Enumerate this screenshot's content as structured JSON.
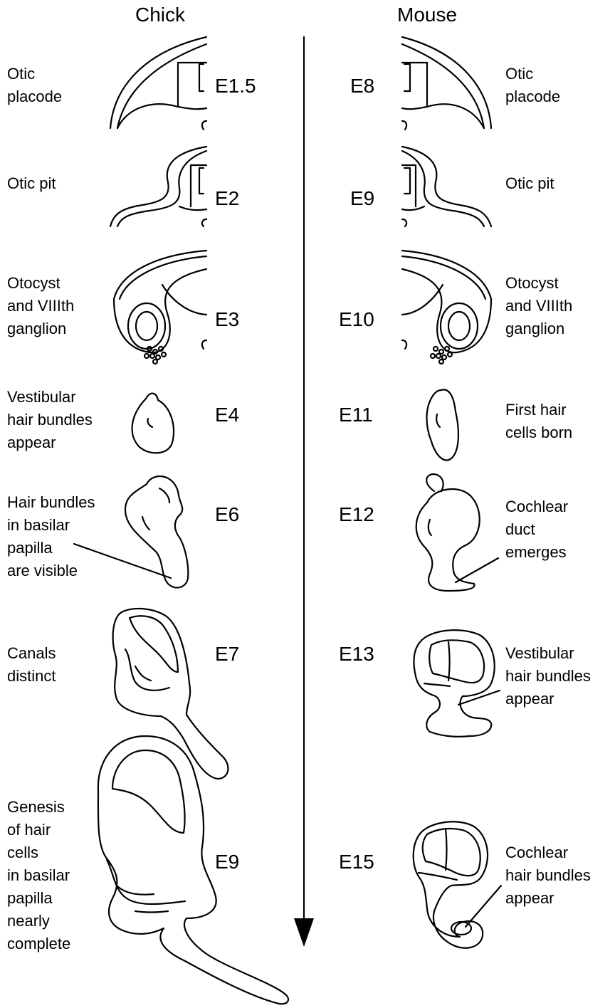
{
  "headers": {
    "chick": "Chick",
    "mouse": "Mouse"
  },
  "chick": {
    "stages": [
      "E1.5",
      "E2",
      "E3",
      "E4",
      "E6",
      "E7",
      "E9"
    ],
    "labels": [
      "Otic\nplacode",
      "Otic pit",
      "Otocyst\nand VIIIth\nganglion",
      "Vestibular\nhair bundles\nappear",
      "Hair bundles\nin basilar\npapilla\nare visible",
      "Canals\ndistinct",
      "Genesis\nof hair\ncells\nin basilar\npapilla\nnearly\ncomplete"
    ]
  },
  "mouse": {
    "stages": [
      "E8",
      "E9",
      "E10",
      "E11",
      "E12",
      "E13",
      "E15"
    ],
    "labels": [
      "Otic\nplacode",
      "Otic pit",
      "Otocyst\nand VIIIth\nganglion",
      "First hair\ncells born",
      "Cochlear\nduct\nemerges",
      "Vestibular\nhair bundles\nappear",
      "Cochlear\nhair bundles\nappear"
    ]
  }
}
